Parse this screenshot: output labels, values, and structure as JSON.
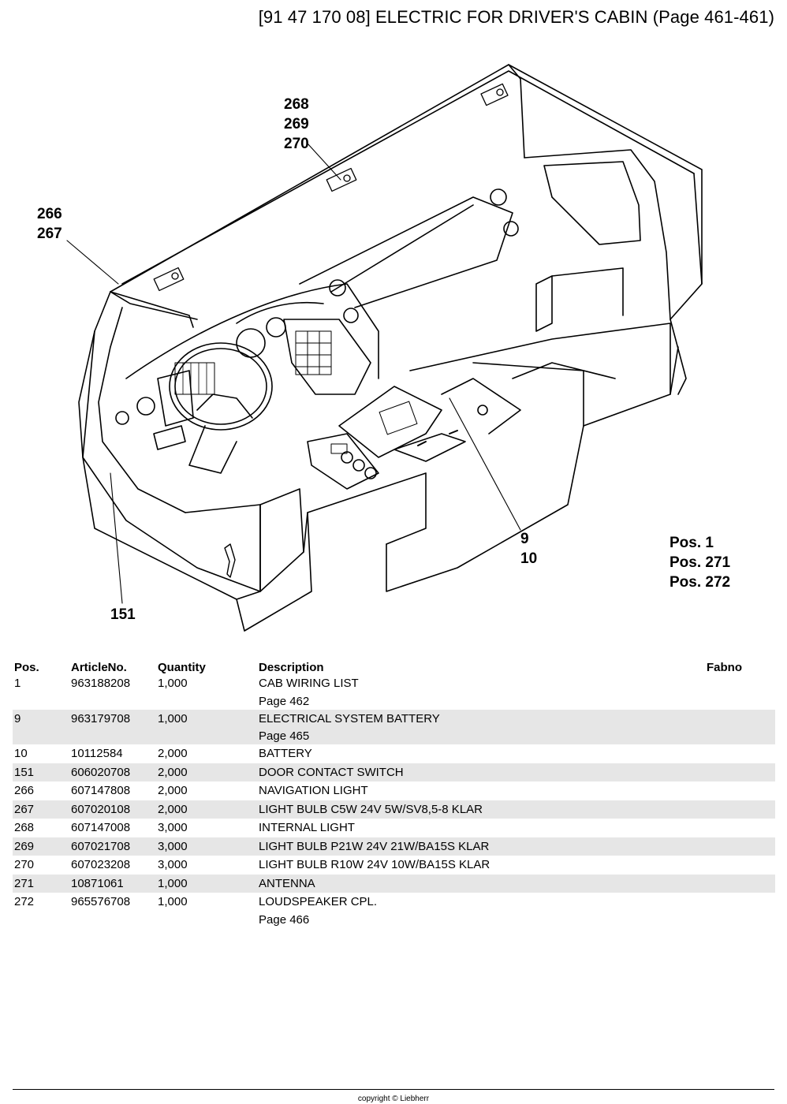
{
  "header": {
    "title": "[91 47 170 08] ELECTRIC FOR DRIVER'S CABIN (Page 461-461)"
  },
  "figure": {
    "callouts": {
      "c268": [
        "268",
        "269",
        "270"
      ],
      "c266": [
        "266",
        "267"
      ],
      "c151": [
        "151"
      ],
      "c9": [
        "9",
        "10"
      ]
    },
    "pos_notes": [
      "Pos. 1",
      "Pos. 271",
      "Pos. 272"
    ]
  },
  "table": {
    "headers": [
      "Pos.",
      "ArticleNo.",
      "Quantity",
      "Description",
      "Fabno"
    ],
    "rows": [
      {
        "pos": "1",
        "article": "963188208",
        "qty": "1,000",
        "desc": "CAB WIRING LIST",
        "sub": "Page 462",
        "fabno": ""
      },
      {
        "pos": "9",
        "article": "963179708",
        "qty": "1,000",
        "desc": "ELECTRICAL SYSTEM BATTERY",
        "sub": "Page 465",
        "fabno": ""
      },
      {
        "pos": "10",
        "article": "10112584",
        "qty": "2,000",
        "desc": "BATTERY",
        "sub": "",
        "fabno": ""
      },
      {
        "pos": "151",
        "article": "606020708",
        "qty": "2,000",
        "desc": "DOOR CONTACT SWITCH",
        "sub": "",
        "fabno": ""
      },
      {
        "pos": "266",
        "article": "607147808",
        "qty": "2,000",
        "desc": "NAVIGATION LIGHT",
        "sub": "",
        "fabno": ""
      },
      {
        "pos": "267",
        "article": "607020108",
        "qty": "2,000",
        "desc": "LIGHT BULB C5W 24V 5W/SV8,5-8 KLAR",
        "sub": "",
        "fabno": ""
      },
      {
        "pos": "268",
        "article": "607147008",
        "qty": "3,000",
        "desc": "INTERNAL LIGHT",
        "sub": "",
        "fabno": ""
      },
      {
        "pos": "269",
        "article": "607021708",
        "qty": "3,000",
        "desc": "LIGHT BULB P21W 24V 21W/BA15S KLAR",
        "sub": "",
        "fabno": ""
      },
      {
        "pos": "270",
        "article": "607023208",
        "qty": "3,000",
        "desc": "LIGHT BULB R10W 24V 10W/BA15S KLAR",
        "sub": "",
        "fabno": ""
      },
      {
        "pos": "271",
        "article": "10871061",
        "qty": "1,000",
        "desc": "ANTENNA",
        "sub": "",
        "fabno": ""
      },
      {
        "pos": "272",
        "article": "965576708",
        "qty": "1,000",
        "desc": "LOUDSPEAKER CPL.",
        "sub": "Page 466",
        "fabno": ""
      }
    ]
  },
  "footer": {
    "copyright": "copyright © Liebherr"
  }
}
